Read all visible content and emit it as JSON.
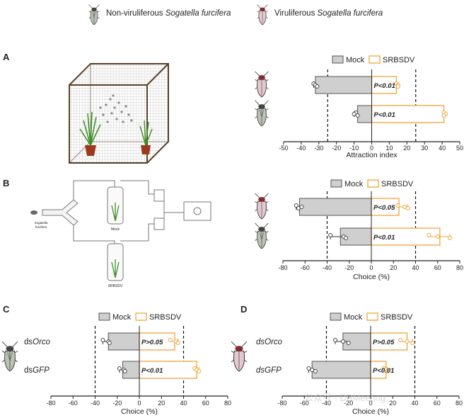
{
  "legend_top": {
    "non_viruliferous_prefix": "Non-viruliferous ",
    "non_viruliferous_species": "Sogatella furcifera",
    "viruliferous_prefix": "Viruliferous ",
    "viruliferous_species": "Sogatella furcifera"
  },
  "panel_letters": [
    "A",
    "B",
    "C",
    "D"
  ],
  "schematic_b": {
    "insect_label_line1": "Sogatella",
    "insect_label_line2": "furcifera",
    "mock_label": "Mock",
    "virus_label": "SRBSDV"
  },
  "colors": {
    "mock_fill": "#cfcfcf",
    "mock_edge": "#555555",
    "virus_edge": "#f0a43a",
    "dashed": "#111111",
    "axis": "#222222"
  },
  "watermark": "公众号 · DBMeeting",
  "chart_data": [
    {
      "id": "A",
      "type": "bar",
      "orientation": "horizontal",
      "legend": [
        "Mock",
        "SRBSDV"
      ],
      "rows": [
        {
          "insect": "viruliferous",
          "label": "",
          "mock": -32,
          "virus": 14,
          "p": "P<0.01",
          "mock_points": [
            -33,
            -32,
            -31
          ],
          "virus_points": [
            14,
            15,
            15
          ]
        },
        {
          "insect": "non-viruliferous",
          "label": "",
          "mock": -8,
          "virus": 41,
          "p": "P<0.01",
          "mock_points": [
            -9,
            -10,
            -8
          ],
          "virus_points": [
            41,
            42,
            41
          ]
        }
      ],
      "xlim": [
        -50,
        50
      ],
      "ticks": [
        -50,
        -40,
        -30,
        -20,
        -10,
        0,
        10,
        20,
        30,
        40,
        50
      ],
      "dashed": [
        -25,
        25
      ],
      "xlabel": "Attraction index"
    },
    {
      "id": "B",
      "type": "bar",
      "orientation": "horizontal",
      "legend": [
        "Mock",
        "SRBSDV"
      ],
      "rows": [
        {
          "insect": "viruliferous",
          "label": "",
          "mock": -65,
          "virus": 25,
          "p": "P<0.05",
          "mock_points": [
            -68,
            -63,
            -66
          ],
          "virus_points": [
            24,
            30,
            33
          ]
        },
        {
          "insect": "non-viruliferous",
          "label": "",
          "mock": -28,
          "virus": 62,
          "p": "P<0.01",
          "mock_points": [
            -37,
            -25,
            -23
          ],
          "virus_points": [
            52,
            60,
            71
          ]
        }
      ],
      "xlim": [
        -80,
        80
      ],
      "ticks": [
        -80,
        -60,
        -40,
        -20,
        0,
        20,
        40,
        60,
        80
      ],
      "dashed": [
        -40,
        40
      ],
      "xlabel": "Choice (%)"
    },
    {
      "id": "C",
      "type": "bar",
      "orientation": "horizontal",
      "legend": [
        "Mock",
        "SRBSDV"
      ],
      "insect": "non-viruliferous",
      "rows": [
        {
          "label_prefix": "ds",
          "label_gene": "Orco",
          "mock": -28,
          "virus": 32,
          "p": "P>0.05",
          "mock_points": [
            -33,
            -28,
            -27
          ],
          "virus_points": [
            28,
            33,
            35
          ]
        },
        {
          "label_prefix": "ds",
          "label_gene": "GFP",
          "mock": -15,
          "virus": 52,
          "p": "P<0.01",
          "mock_points": [
            -18,
            -14,
            -13
          ],
          "virus_points": [
            50,
            52,
            54
          ]
        }
      ],
      "xlim": [
        -80,
        80
      ],
      "ticks": [
        -80,
        -60,
        -40,
        -20,
        0,
        20,
        40,
        60,
        80
      ],
      "dashed": [
        -40,
        40
      ],
      "xlabel": "Choice (%)"
    },
    {
      "id": "D",
      "type": "bar",
      "orientation": "horizontal",
      "legend": [
        "Mock",
        "SRBSDV"
      ],
      "insect": "viruliferous",
      "rows": [
        {
          "label_prefix": "ds",
          "label_gene": "Orco",
          "mock": -25,
          "virus": 33,
          "p": "P>0.05",
          "mock_points": [
            -32,
            -25,
            -20
          ],
          "virus_points": [
            27,
            33,
            38
          ]
        },
        {
          "label_prefix": "ds",
          "label_gene": "GFP",
          "mock": -53,
          "virus": 14,
          "p": "P<0.01",
          "mock_points": [
            -56,
            -53,
            -50
          ],
          "virus_points": [
            12,
            14,
            15
          ]
        }
      ],
      "xlim": [
        -80,
        80
      ],
      "ticks": [
        -80,
        -60,
        -40,
        -20,
        0,
        20,
        40,
        60,
        80
      ],
      "dashed": [
        -40,
        40
      ],
      "xlabel": "Choice (%)"
    }
  ]
}
